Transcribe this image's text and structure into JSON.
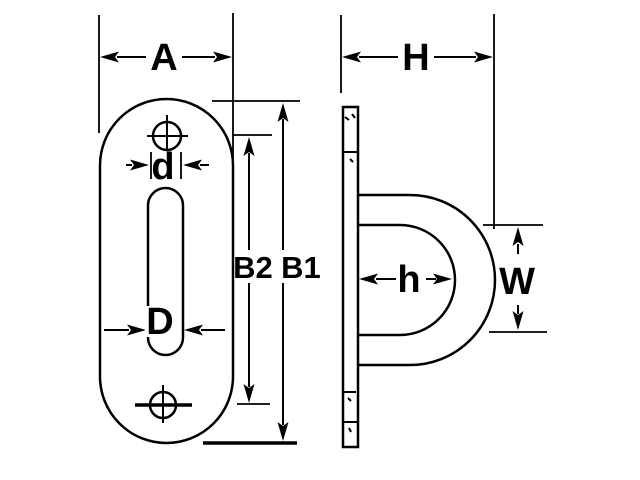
{
  "canvas": {
    "background": "#ffffff",
    "line_color": "#000000"
  },
  "front_view": {
    "width_label": "A",
    "hole_diameter_label": "d",
    "slot_width_label": "D",
    "hole_span_label": "B2",
    "overall_length_label": "B1"
  },
  "side_view": {
    "depth_label": "H",
    "eye_inner_width_label": "h",
    "eye_inner_height_label": "W"
  }
}
